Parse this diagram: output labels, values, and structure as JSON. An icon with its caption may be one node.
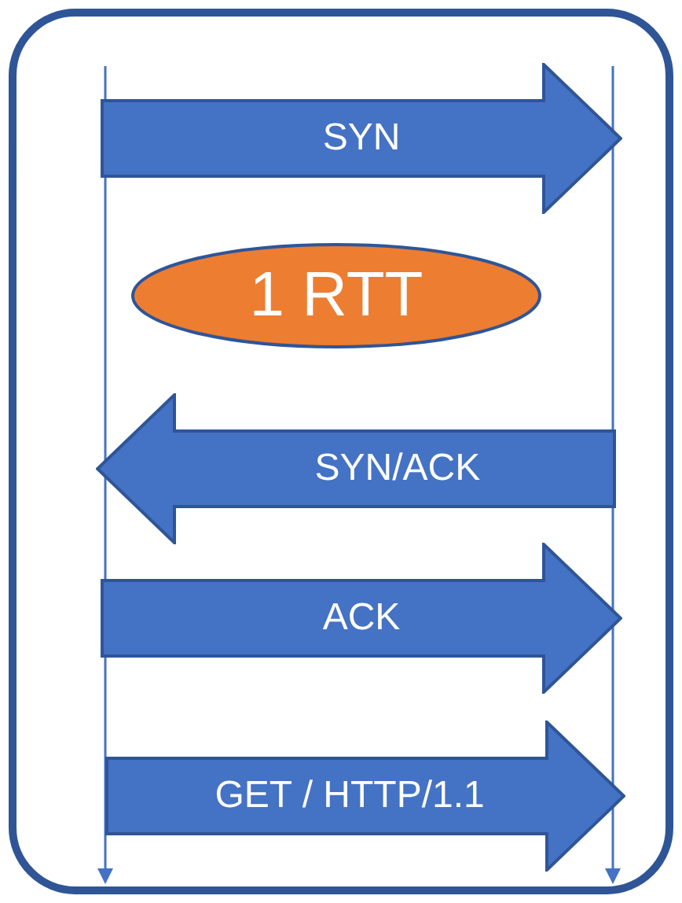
{
  "diagram": {
    "nodes": [
      {
        "text": [
          "SYN"
        ]
      },
      {
        "text": [
          "1 RTT"
        ]
      },
      {
        "text": [
          "SYN/ACK"
        ]
      },
      {
        "text": [
          "ACK"
        ]
      },
      {
        "text": [
          "GET / HTTP/1.1"
        ]
      }
    ]
  }
}
